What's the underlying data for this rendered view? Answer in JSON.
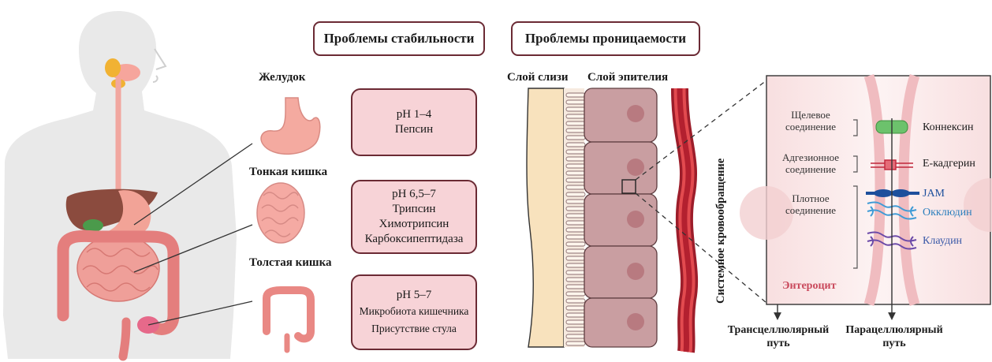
{
  "headers": {
    "stability": "Проблемы стабильности",
    "permeability": "Проблемы проницаемости"
  },
  "organs": {
    "stomach": "Желудок",
    "small_intestine": "Тонкая кишка",
    "large_intestine": "Толстая кишка"
  },
  "conditions": {
    "stomach": [
      "pH 1–4",
      "Пепсин"
    ],
    "small_intestine": [
      "pH 6,5–7",
      "Трипсин",
      "Химотрипсин",
      "Карбоксипептидаза"
    ],
    "large_intestine": [
      "pH 5–7",
      "Микробиота кишечника",
      "Присутствие стула"
    ]
  },
  "layers": {
    "mucus": "Слой слизи",
    "epithelium": "Слой эпителия",
    "circulation": "Системное кровообращение"
  },
  "junctions": {
    "gap": "Щелевое соединение",
    "adherens": "Адгезионное соединение",
    "tight": "Плотное соединение"
  },
  "proteins": {
    "connexin": "Коннексин",
    "e_cadherin": "Е-кадгерин",
    "jam": "JAM",
    "occludin": "Окклюдин",
    "claudin": "Клаудин"
  },
  "enterocyte": "Энтероцит",
  "paths": {
    "transcellular": "Трансцеллюлярный путь",
    "paracellular": "Парацеллюлярный путь"
  },
  "colors": {
    "border_dark": "#6b2a34",
    "info_fill": "#f7d3d7",
    "mucus": "#f8e2bd",
    "epithelium": "#c99ea1",
    "vessel": "#c0263a",
    "jam": "#1d4f9c",
    "occludin": "#3f9bd6",
    "claudin": "#6b4aa8",
    "connexin": "#5cb85c",
    "cadherin": "#c0263a"
  }
}
